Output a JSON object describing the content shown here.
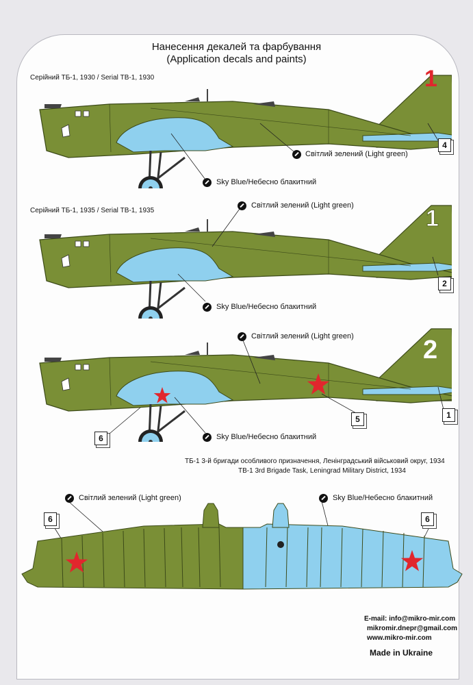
{
  "header": {
    "title_ua": "Нанесення декалей та фарбування",
    "title_en": "(Application decals and paints)"
  },
  "profiles": [
    {
      "caption": "Серійний ТБ-1, 1930 / Serial ТВ-1, 1930",
      "tail_number": "1",
      "paint_light_green": "Світлий зелений (Light green)",
      "paint_sky_blue": "Sky Blue/Небесно блакитний",
      "decal_refs": [
        "4"
      ]
    },
    {
      "caption": "Серійний ТБ-1, 1935 / Serial ТВ-1, 1935",
      "tail_number": "1",
      "paint_light_green": "Світлий зелений (Light green)",
      "paint_sky_blue": "Sky Blue/Небесно блакитний",
      "decal_refs": [
        "2"
      ]
    },
    {
      "caption_ua": "ТБ-1 3-й бригади особливого призначення, Ленінградський військовий округ, 1934",
      "caption_en": "ТВ-1 3rd Brigade Task, Leningrad Military District, 1934",
      "tail_number": "2",
      "paint_light_green": "Світлий зелений (Light green)",
      "paint_sky_blue": "Sky Blue/Небесно блакитний",
      "decal_refs": [
        "5",
        "1",
        "6"
      ]
    }
  ],
  "wings": {
    "paint_light_green": "Світлий зелений (Light green)",
    "paint_sky_blue": "Sky Blue/Небесно блакитний",
    "decal_left": "6",
    "decal_right": "6"
  },
  "footer": {
    "email": "E-mail: info@mikro-mir.com",
    "email2": "mikromir.dnepr@gmail.com",
    "web": "www.mikro-mir.com",
    "made_in": "Made in Ukraine"
  },
  "colors": {
    "light_green": "#7a8f36",
    "sky_blue": "#8fd0ee",
    "red_star": "#e1262d",
    "tail_number_red": "#e1262d",
    "tail_number_white": "#ffffff"
  }
}
